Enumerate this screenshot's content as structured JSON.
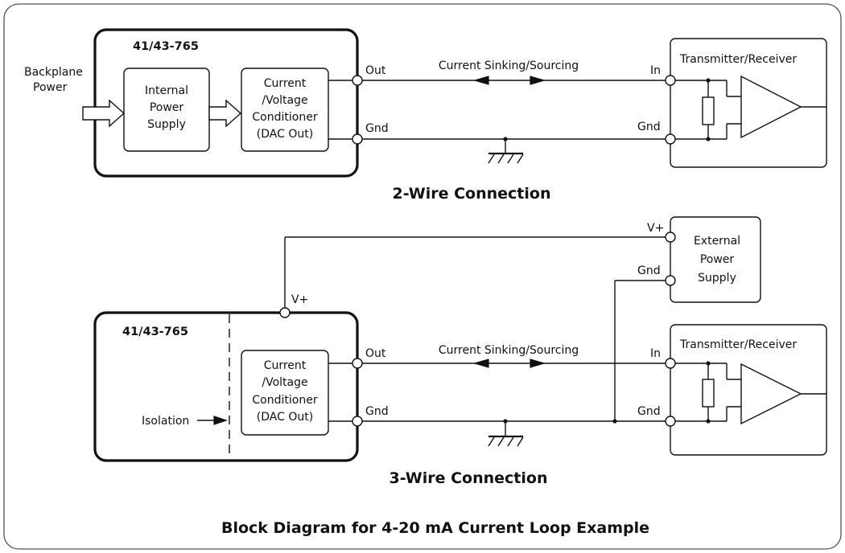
{
  "two_wire": {
    "module": "41/43-765",
    "backplane_line1": "Backplane",
    "backplane_line2": "Power",
    "ips_line1": "Internal",
    "ips_line2": "Power",
    "ips_line3": "Supply",
    "cvc_line1": "Current",
    "cvc_line2": "/Voltage",
    "cvc_line3": "Conditioner",
    "cvc_line4": "(DAC Out)",
    "out": "Out",
    "gnd": "Gnd",
    "signal": "Current Sinking/Sourcing",
    "tr_title": "Transmitter/Receiver",
    "tr_in": "In",
    "tr_gnd": "Gnd",
    "heading": "2-Wire Connection"
  },
  "three_wire": {
    "module": "41/43-765",
    "vplus": "V+",
    "isolation": "Isolation",
    "cvc_line1": "Current",
    "cvc_line2": "/Voltage",
    "cvc_line3": "Conditioner",
    "cvc_line4": "(DAC Out)",
    "out": "Out",
    "gnd": "Gnd",
    "signal": "Current Sinking/Sourcing",
    "eps_vplus": "V+",
    "eps_gnd": "Gnd",
    "eps_line1": "External",
    "eps_line2": "Power",
    "eps_line3": "Supply",
    "tr_title": "Transmitter/Receiver",
    "tr_in": "In",
    "tr_gnd": "Gnd",
    "heading": "3-Wire Connection"
  },
  "caption": "Block Diagram for 4-20 mA Current Loop Example"
}
